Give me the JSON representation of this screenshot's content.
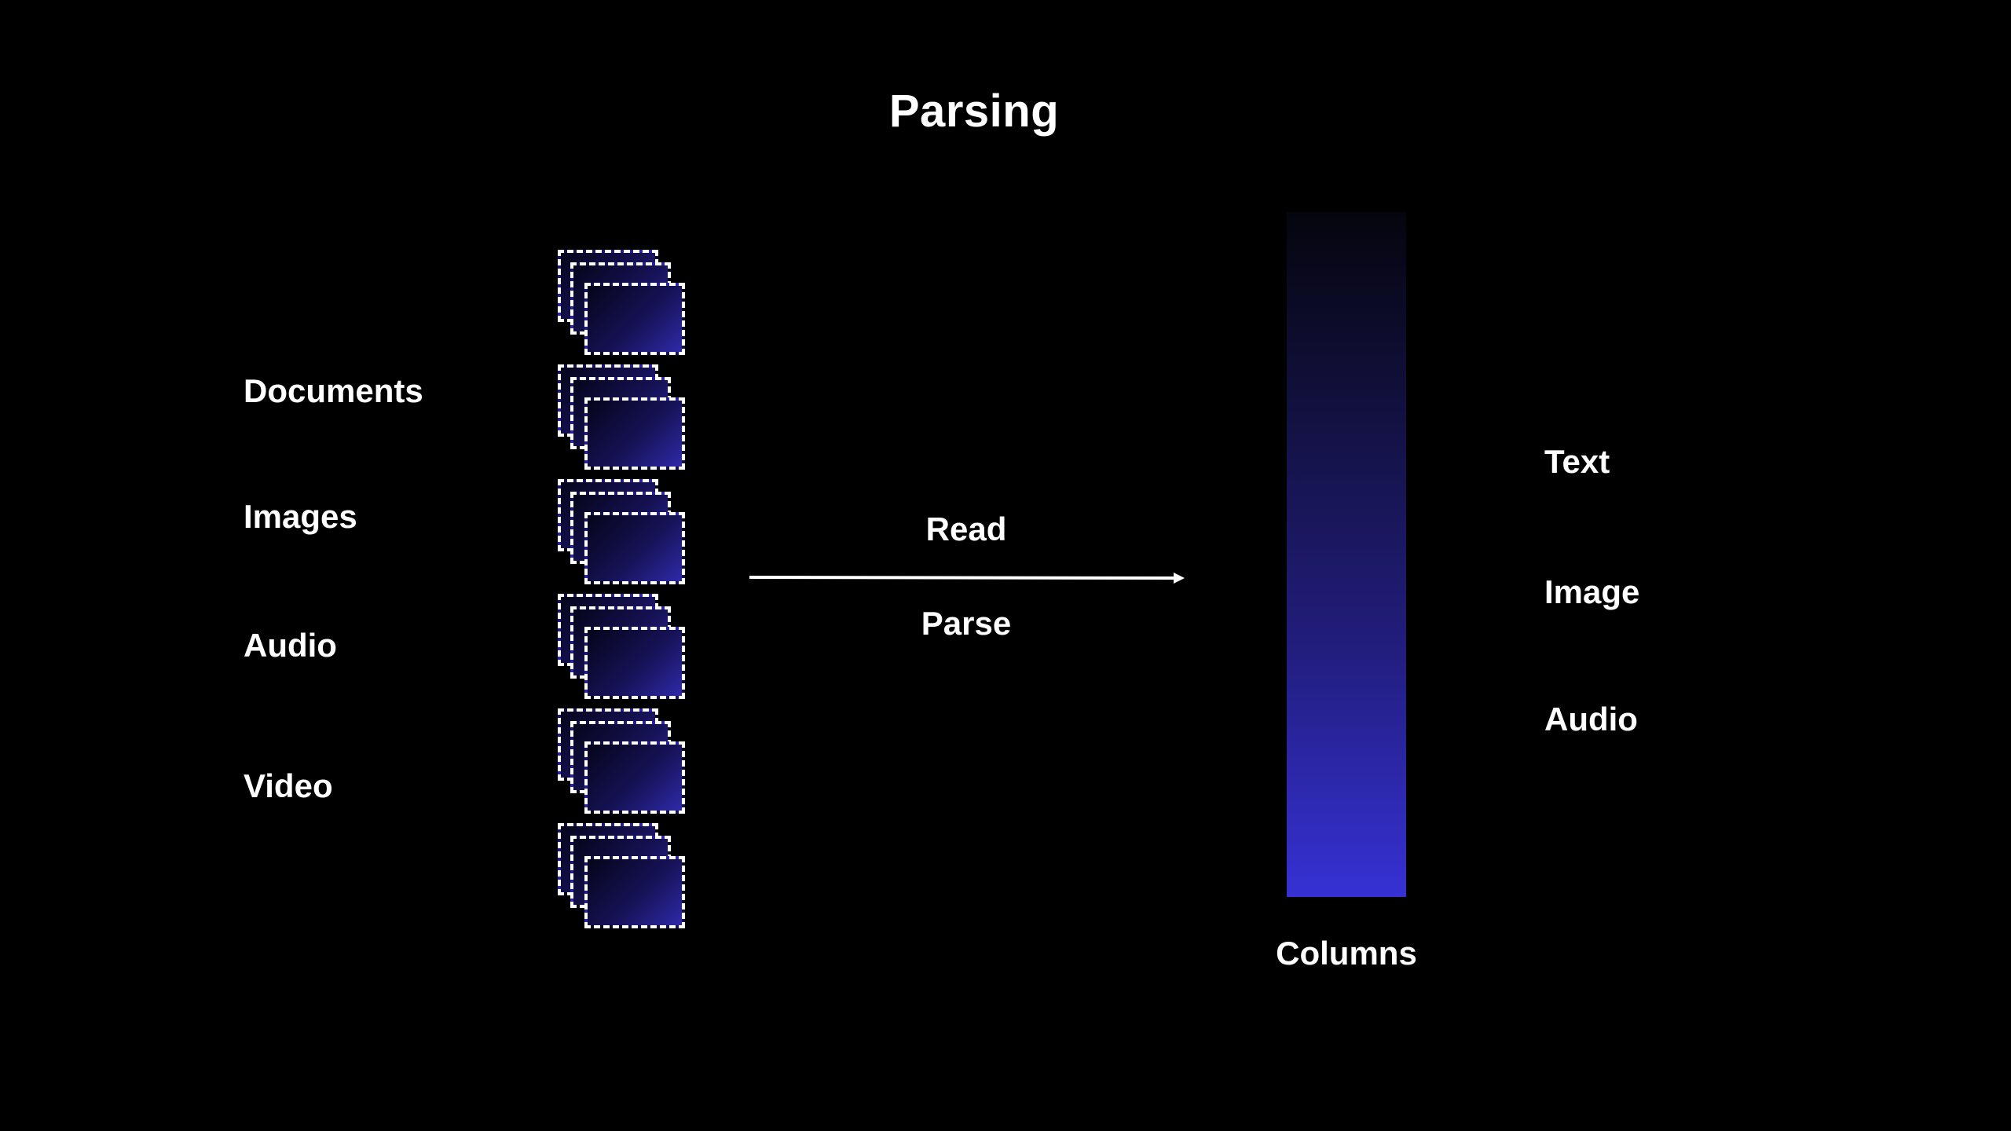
{
  "title": "Parsing",
  "inputs": [
    "Documents",
    "Images",
    "Audio",
    "Video"
  ],
  "arrow": {
    "top_label": "Read",
    "bottom_label": "Parse"
  },
  "column": {
    "label": "Columns"
  },
  "outputs": [
    "Text",
    "Image",
    "Audio"
  ],
  "colors": {
    "background": "#000000",
    "accent": "#3631d4",
    "text": "#ffffff"
  }
}
